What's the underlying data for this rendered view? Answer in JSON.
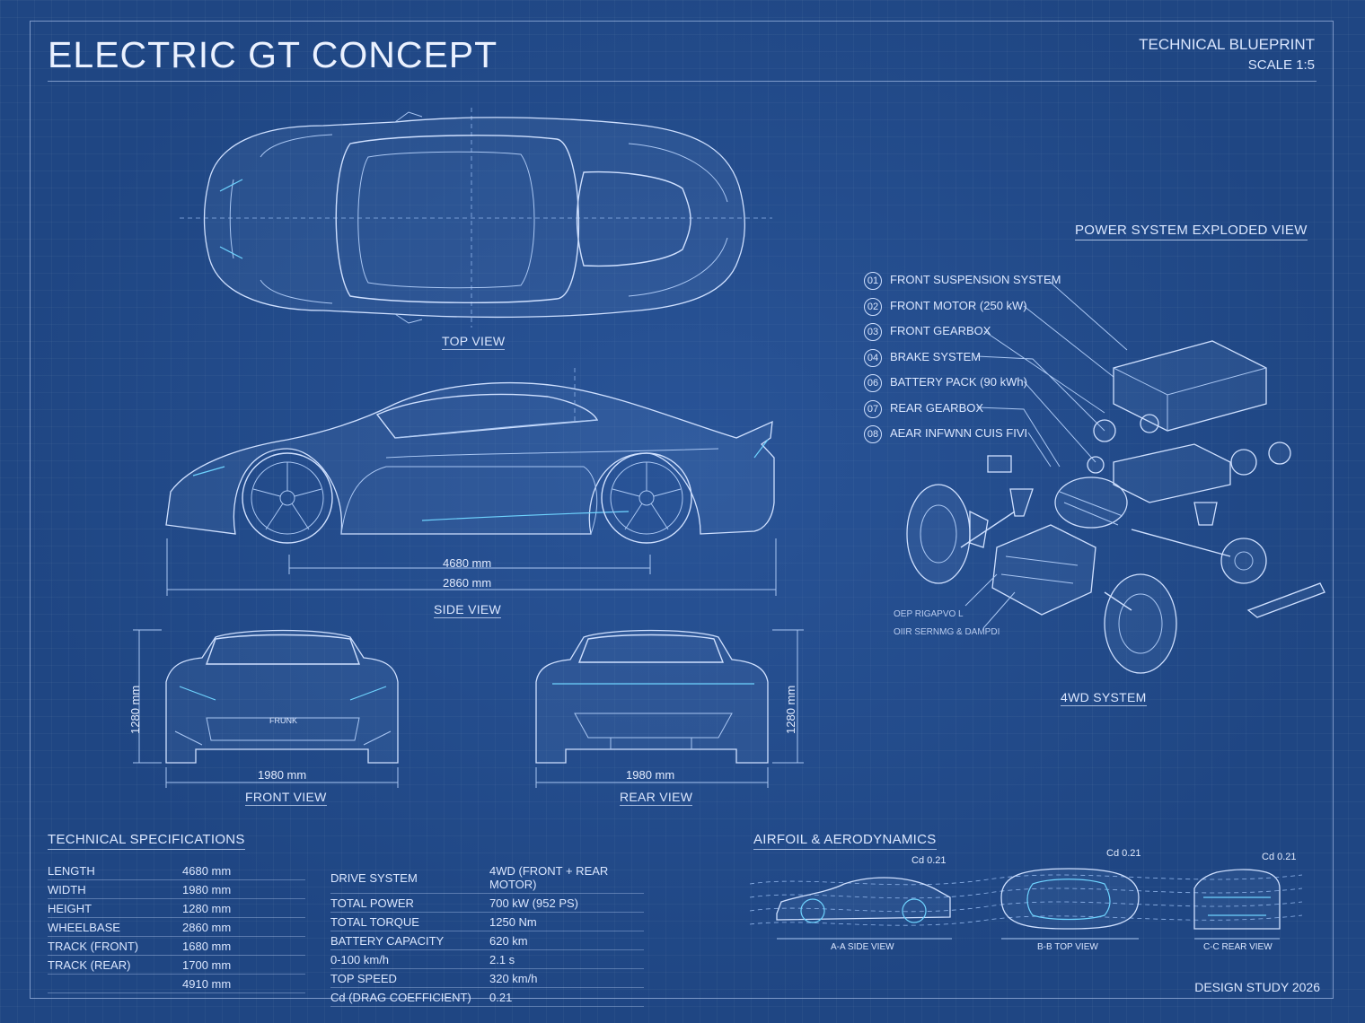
{
  "header": {
    "title": "ELECTRIC GT CONCEPT",
    "subtitle": "TECHNICAL BLUEPRINT",
    "scale": "SCALE 1:5"
  },
  "views": {
    "top": "TOP VIEW",
    "side": "SIDE VIEW",
    "front": "FRONT VIEW",
    "rear": "REAR VIEW",
    "fourwd": "4WD SYSTEM"
  },
  "dimensions": {
    "length": "4680 mm",
    "wheelbase": "2860 mm",
    "front_height": "1280 mm",
    "front_width": "1980 mm",
    "rear_height": "1280 mm",
    "rear_width": "1980 mm"
  },
  "exploded": {
    "heading": "POWER SYSTEM EXPLODED VIEW",
    "callouts": [
      {
        "num": "01",
        "label": "FRONT SUSPENSION SYSTEM"
      },
      {
        "num": "02",
        "label": "FRONT MOTOR (250 kW)"
      },
      {
        "num": "03",
        "label": "FRONT GEARBOX"
      },
      {
        "num": "04",
        "label": "BRAKE SYSTEM"
      },
      {
        "num": "06",
        "label": "BATTERY PACK (90 kWh)"
      },
      {
        "num": "07",
        "label": "REAR GEARBOX"
      },
      {
        "num": "08",
        "label": "AEAR INFWNN CUIS FIVI"
      }
    ],
    "extra_labels": [
      "OEP RIGAPVO L",
      "OIIR SERNMG & DAMPDI"
    ]
  },
  "specs": {
    "heading": "TECHNICAL SPECIFICATIONS",
    "left": [
      {
        "name": "LENGTH",
        "value": "4680 mm"
      },
      {
        "name": "WIDTH",
        "value": "1980 mm"
      },
      {
        "name": "HEIGHT",
        "value": "1280 mm"
      },
      {
        "name": "WHEELBASE",
        "value": "2860 mm"
      },
      {
        "name": "TRACK (FRONT)",
        "value": "1680 mm"
      },
      {
        "name": "TRACK (REAR)",
        "value": "1700 mm"
      },
      {
        "name": "",
        "value": "4910 mm"
      }
    ],
    "right": [
      {
        "name": "DRIVE SYSTEM",
        "value": "4WD (FRONT + REAR MOTOR)"
      },
      {
        "name": "TOTAL POWER",
        "value": "700 kW (952 PS)"
      },
      {
        "name": "TOTAL TORQUE",
        "value": "1250 Nm"
      },
      {
        "name": "BATTERY CAPACITY",
        "value": "620 km"
      },
      {
        "name": "0-100 km/h",
        "value": "2.1 s"
      },
      {
        "name": "TOP SPEED",
        "value": "320 km/h"
      },
      {
        "name": "Cd (DRAG COEFFICIENT)",
        "value": "0.21"
      }
    ]
  },
  "aero": {
    "heading": "AIRFOIL & AERODYNAMICS",
    "cd_side": "Cd  0.21",
    "cd_top": "Cd  0.21",
    "cd_rear": "Cd  0.21",
    "side_label": "A-A  SIDE VIEW",
    "top_label": "B-B  TOP VIEW",
    "rear_label": "C-C  REAR VIEW"
  },
  "footer": {
    "study": "DESIGN STUDY 2026"
  },
  "front_badge": "FRUNK",
  "colors": {
    "background": "#1f4683",
    "line": "#cfe0ff",
    "accent": "#6fd4ff"
  }
}
